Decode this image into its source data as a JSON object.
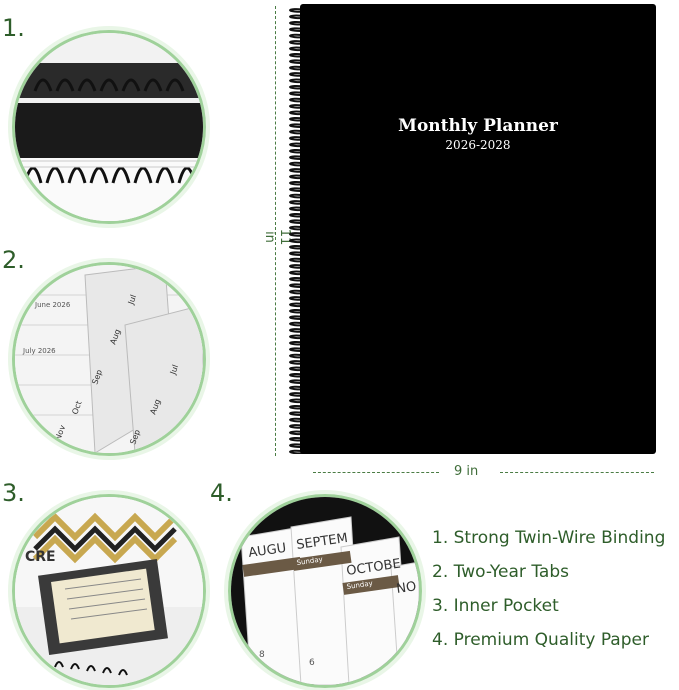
{
  "planner": {
    "title": "Monthly Planner",
    "years": "2026-2028",
    "height_label": "11 in",
    "width_label": "9 in",
    "color": "#000000"
  },
  "numbers": [
    "1.",
    "2.",
    "3.",
    "4."
  ],
  "tabs_photo": {
    "calendar_headers": [
      "June 2026",
      "July 2026"
    ],
    "tab_labels": [
      "Jul",
      "Aug",
      "Sep",
      "Oct",
      "Nov",
      "Jul",
      "Aug",
      "Sep"
    ]
  },
  "paper_photo": {
    "months": [
      "AUGU",
      "SEPTEM",
      "OCTOBE",
      "NO"
    ],
    "day": "Sunday",
    "dates": [
      "8",
      "6"
    ]
  },
  "pocket_photo": {
    "corner_text": "CRE"
  },
  "features": [
    "1. Strong Twin-Wire Binding",
    "2. Two-Year Tabs",
    "3. Inner Pocket",
    "4. Premium Quality Paper"
  ],
  "accent": "#2e5d2a"
}
